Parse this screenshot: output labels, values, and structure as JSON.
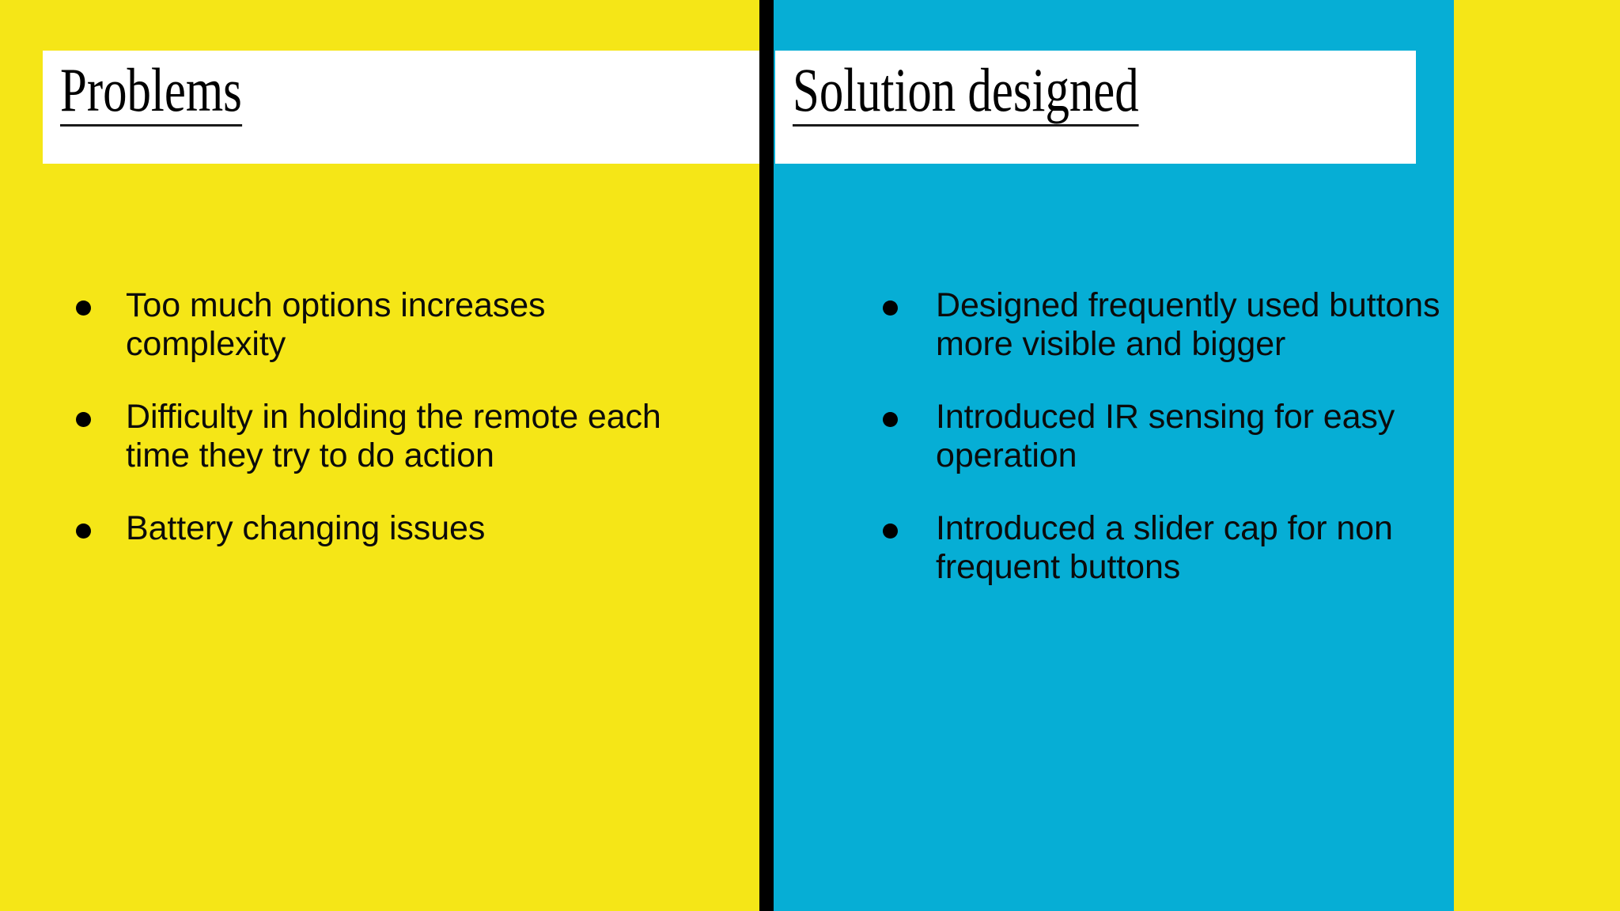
{
  "slide": {
    "colors": {
      "yellow": "#F5E617",
      "cyan": "#06AED5",
      "divider": "#000000",
      "title_band": "#FFFFFF",
      "text": "#000000"
    }
  },
  "columns": [
    {
      "id": "problems",
      "title": "Problems",
      "bullets": [
        "Too much options increases complexity",
        "Difficulty in holding the remote each time they try to do action",
        "Battery changing issues"
      ]
    },
    {
      "id": "solution",
      "title": "Solution designed",
      "bullets": [
        "Designed frequently used buttons more visible and bigger",
        "Introduced IR sensing for easy operation",
        "Introduced a slider cap for non frequent buttons"
      ]
    }
  ]
}
